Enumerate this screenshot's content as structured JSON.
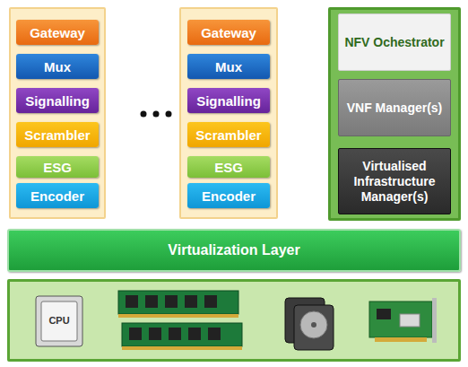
{
  "diagram": {
    "nodes": [
      {
        "text": [
          "Gateway"
        ]
      },
      {
        "text": [
          "Mux"
        ]
      },
      {
        "text": [
          "Signalling"
        ]
      },
      {
        "text": [
          "Scrambler"
        ]
      },
      {
        "text": [
          "ESG"
        ]
      },
      {
        "text": [
          "Encoder"
        ]
      },
      {
        "text": [
          "Gateway"
        ]
      },
      {
        "text": [
          "Mux"
        ]
      },
      {
        "text": [
          "Signalling"
        ]
      },
      {
        "text": [
          "Scrambler"
        ]
      },
      {
        "text": [
          "ESG"
        ]
      },
      {
        "text": [
          "Encoder"
        ]
      },
      {
        "text": [
          "NFV Ochestrator"
        ]
      },
      {
        "text": [
          "VNF Manager(s)"
        ]
      },
      {
        "text": [
          "Virtualised Infrastructure Manager(s)"
        ]
      },
      {
        "text": [
          "Virtualization Layer"
        ]
      }
    ],
    "labels": [
      "CPU"
    ]
  }
}
